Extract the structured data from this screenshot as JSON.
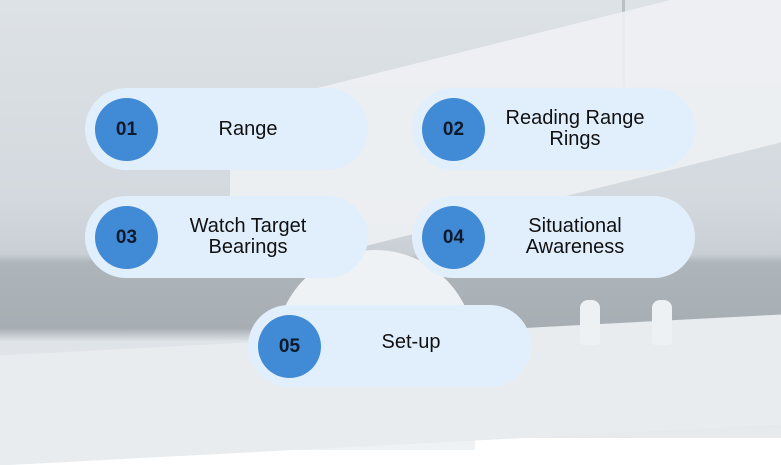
{
  "items": [
    {
      "number": "01",
      "label": "Range"
    },
    {
      "number": "02",
      "label": "Reading Range Rings"
    },
    {
      "number": "03",
      "label": "Watch Target Bearings"
    },
    {
      "number": "04",
      "label": "Situational Awareness"
    },
    {
      "number": "05",
      "label": "Set-up"
    }
  ],
  "colors": {
    "pill": "#e1effc",
    "circle": "#418ad5"
  }
}
